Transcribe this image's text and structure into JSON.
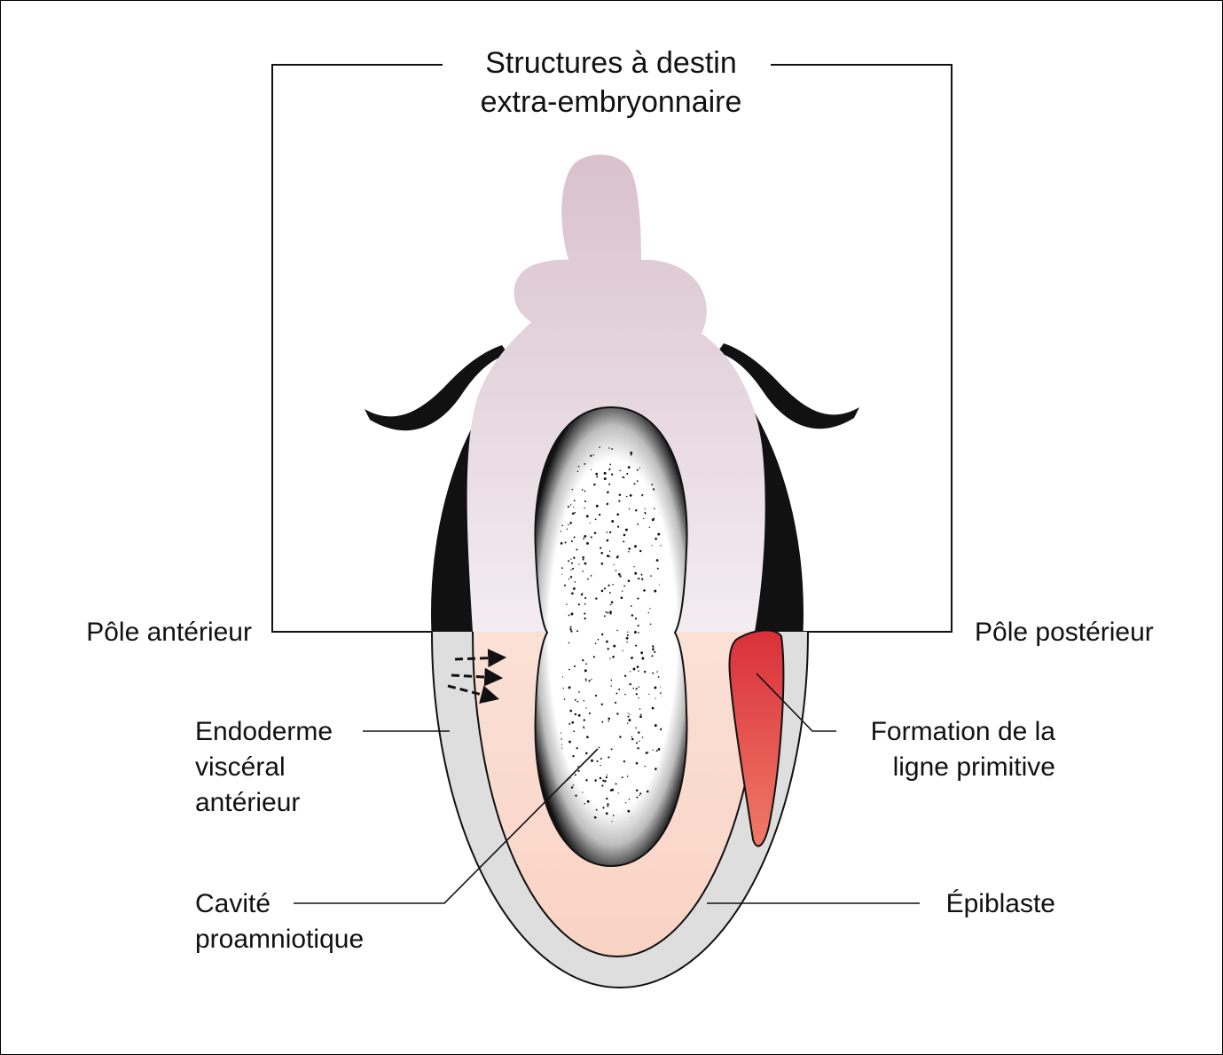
{
  "labels": {
    "top_bracket_line1": "Structures à destin",
    "top_bracket_line2": "extra-embryonnaire",
    "anterior_pole": "Pôle antérieur",
    "posterior_pole": "Pôle postérieur",
    "ave_line1": "Endoderme",
    "ave_line2": "viscéral",
    "ave_line3": "antérieur",
    "cavity_line1": "Cavité",
    "cavity_line2": "proamniotique",
    "streak_line1": "Formation de la",
    "streak_line2": "ligne primitive",
    "epiblast": "Épiblaste"
  },
  "colors": {
    "extraembryonic_top": "#d9c2cb",
    "extraembryonic_bottom": "#f3ecf0",
    "epiblast_top": "#fdeee8",
    "epiblast_bottom": "#f9d3c4",
    "visceral_endoderm": "#dedede",
    "primitive_streak_top": "#d9303a",
    "primitive_streak_bottom": "#f07a68",
    "outline": "#111111"
  }
}
